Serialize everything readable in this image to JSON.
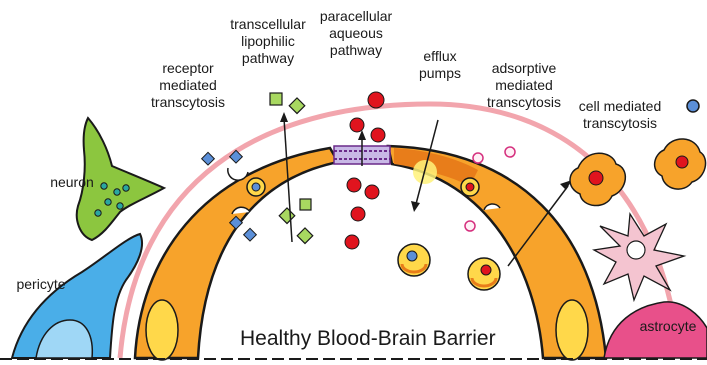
{
  "title": "Healthy Blood-Brain Barrier",
  "labels": {
    "receptor_mediated": "receptor\nmediated\ntranscytosis",
    "transcellular": "transcellular\nlipophilic\npathway",
    "paracellular": "paracellular\naqueous\npathway",
    "efflux": "efflux\npumps",
    "adsorptive": "adsorptive\nmediated\ntranscytosis",
    "cell_mediated": "cell mediated\ntranscytosis",
    "neuron": "neuron",
    "pericyte": "pericyte",
    "astrocyte": "astrocyte"
  },
  "colors": {
    "endothelium": "#f7a32b",
    "endothelium_dark": "#e87d1a",
    "basement_membrane": "#f2a5ad",
    "neuron": "#8cc63f",
    "pericyte": "#3aa0e0",
    "astrocyte": "#f4c4d0",
    "red_molecule": "#e0141e",
    "green_molecule": "#a8d860",
    "blue_molecule": "#5b8fd8",
    "tight_junction": "#6a2a8a"
  }
}
